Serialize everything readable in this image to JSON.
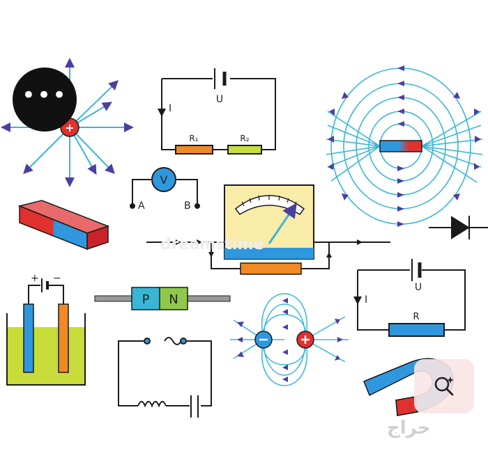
{
  "diagram": {
    "labels": {
      "battery_u_top": "U",
      "current_i_top": "I",
      "r1": "R₁",
      "r2": "R₂",
      "voltmeter_v": "V",
      "terminal_a": "A",
      "terminal_b": "B",
      "junction_p": "P",
      "junction_n": "N",
      "battery_u_right": "U",
      "current_i_right": "I",
      "resistor_r": "R",
      "battery_plus": "+",
      "battery_minus": "−",
      "faint_watermark": "dreamstime"
    },
    "colors": {
      "line": "#1a1a1a",
      "field": "#39b6d6",
      "arrow": "#4a3fa0",
      "red": "#e0312f",
      "blue": "#2f97dd",
      "orange": "#f08a24",
      "green": "#8fc84a",
      "lime": "#c8dc3a",
      "cream": "#f9eba8"
    }
  },
  "overlay": {
    "more_icon": "more-horiz-icon",
    "more_glyph": "•••",
    "lens_icon": "visual-search-icon",
    "watermark_text": "حراج"
  }
}
